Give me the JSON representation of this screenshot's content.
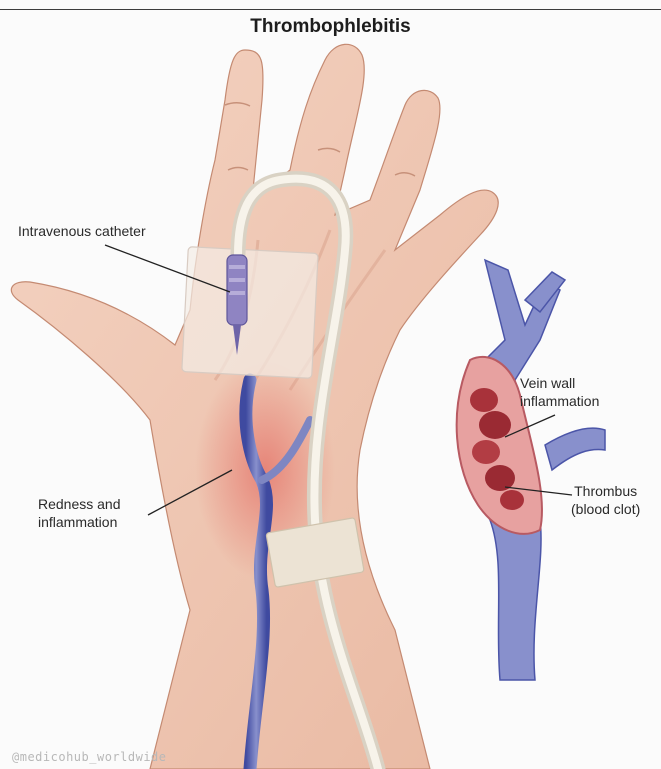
{
  "title": "Thrombophlebitis",
  "labels": {
    "catheter": "Intravenous catheter",
    "redness": "Redness and\ninflammation",
    "vein_wall": "Vein wall\ninflammation",
    "thrombus": "Thrombus\n(blood clot)"
  },
  "watermark": "@medicohub_worldwide",
  "colors": {
    "skin": "#efc7b2",
    "skin_shadow": "#d9a38b",
    "inflammation": "#e98b7e",
    "vein": "#7e86c2",
    "vein_dark": "#4b55a8",
    "clot": "#a8323a",
    "tube": "#f1ece0",
    "dressing": "#e9e0d7",
    "catheter_hub": "#8f84c2"
  }
}
